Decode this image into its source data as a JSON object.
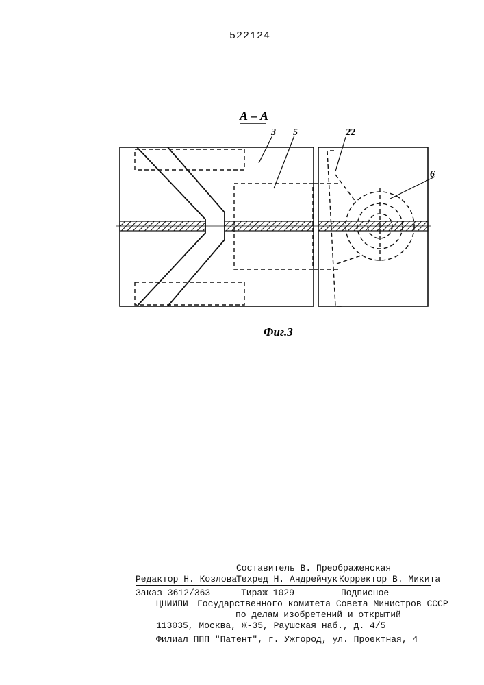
{
  "patent_number": "522124",
  "figure": {
    "section_label": "А – А",
    "caption": "Фиг.3",
    "callouts": [
      "3",
      "5",
      "22",
      "6"
    ]
  },
  "imprint": {
    "compiler": "Составитель В. Преображенская",
    "editor": "Редактор Н. Козлова",
    "tech_editor": "Техред Н. Андрейчук",
    "corrector": "Корректор В. Микита",
    "order": "Заказ 3612/363",
    "circulation": "Тираж 1029",
    "subscription": "Подписное",
    "org": "ЦНИИПИ",
    "committee_line1": "Государственного комитета Совета Министров СССР",
    "committee_line2": "по делам изобретений и открытий",
    "address": "113035, Москва, Ж-35, Раушская наб., д. 4/5",
    "branch": "Филиал ППП \"Патент\", г. Ужгород, ул. Проектная, 4"
  }
}
